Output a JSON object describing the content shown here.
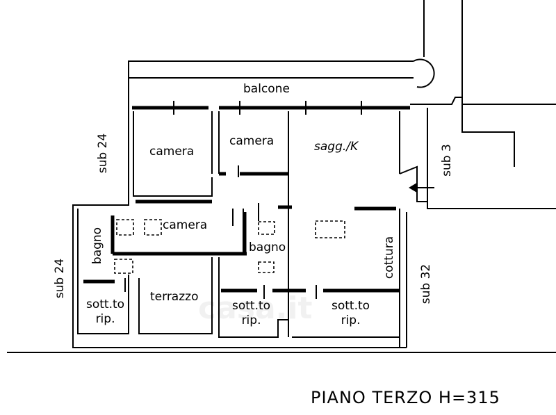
{
  "rooms": {
    "balcone": "balcone",
    "camera_1": "camera",
    "camera_2": "camera",
    "soggiorno": "sagg./K",
    "camera_3": "camera",
    "bagno_1": "bagno",
    "bagno_2": "bagno",
    "terrazzo": "terrazzo",
    "cottura": "cottura",
    "sottotetto_1": {
      "line1": "sott.to",
      "line2": "rip."
    },
    "sottotetto_2": {
      "line1": "sott.to",
      "line2": "rip."
    },
    "sottotetto_3": {
      "line1": "sott.to",
      "line2": "rip."
    }
  },
  "neighbors": {
    "sub_24_top": "sub 24",
    "sub_24_bottom": "sub 24",
    "sub_3": "sub 3",
    "sub_32": "sub 32"
  },
  "title": "PIANO TERZO H=315",
  "watermark": "casa.it"
}
